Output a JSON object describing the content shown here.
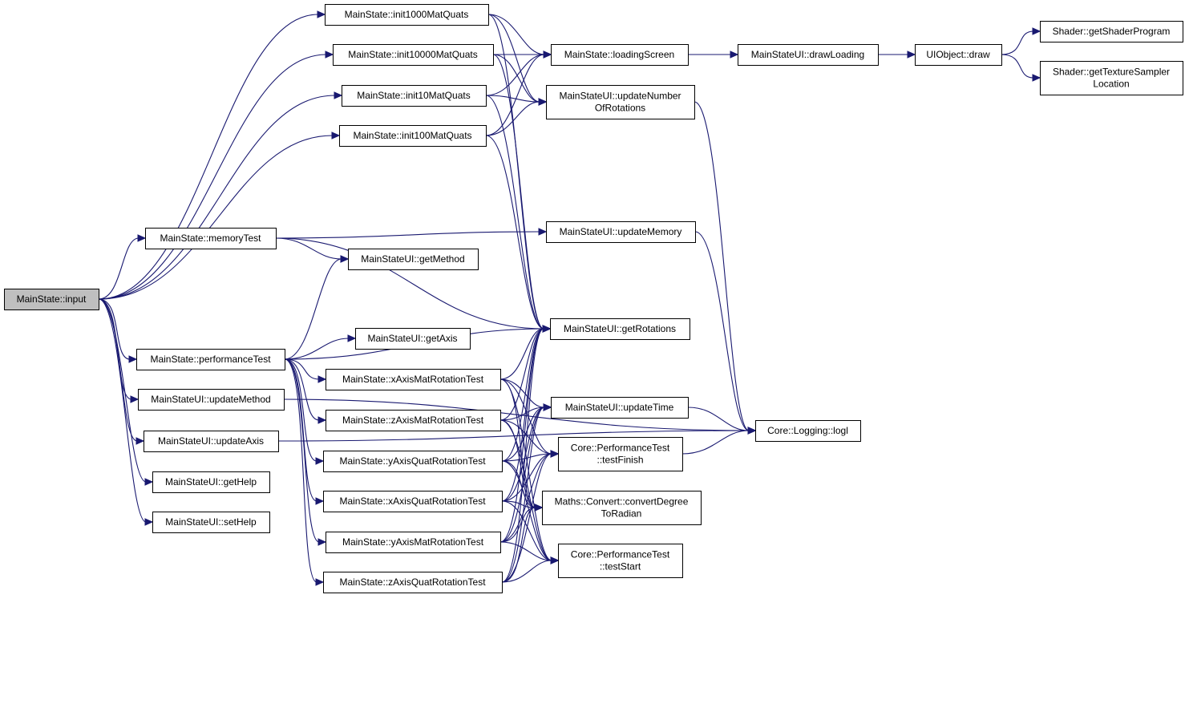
{
  "diagram": {
    "edge_color": "#191970",
    "root_fill": "#bfbfbf",
    "nodes": [
      {
        "id": "input",
        "lines": [
          "MainState::input"
        ],
        "root": true
      },
      {
        "id": "init1000",
        "lines": [
          "MainState::init1000MatQuats"
        ]
      },
      {
        "id": "init10000",
        "lines": [
          "MainState::init10000MatQuats"
        ]
      },
      {
        "id": "init10",
        "lines": [
          "MainState::init10MatQuats"
        ]
      },
      {
        "id": "init100",
        "lines": [
          "MainState::init100MatQuats"
        ]
      },
      {
        "id": "memoryTest",
        "lines": [
          "MainState::memoryTest"
        ]
      },
      {
        "id": "perfTest",
        "lines": [
          "MainState::performanceTest"
        ]
      },
      {
        "id": "updateMethod",
        "lines": [
          "MainStateUI::updateMethod"
        ]
      },
      {
        "id": "updateAxis",
        "lines": [
          "MainStateUI::updateAxis"
        ]
      },
      {
        "id": "getHelp",
        "lines": [
          "MainStateUI::getHelp"
        ]
      },
      {
        "id": "setHelp",
        "lines": [
          "MainStateUI::setHelp"
        ]
      },
      {
        "id": "getMethod",
        "lines": [
          "MainStateUI::getMethod"
        ]
      },
      {
        "id": "getAxis",
        "lines": [
          "MainStateUI::getAxis"
        ]
      },
      {
        "id": "xMat",
        "lines": [
          "MainState::xAxisMatRotationTest"
        ]
      },
      {
        "id": "zMat",
        "lines": [
          "MainState::zAxisMatRotationTest"
        ]
      },
      {
        "id": "yQuat",
        "lines": [
          "MainState::yAxisQuatRotationTest"
        ]
      },
      {
        "id": "xQuat",
        "lines": [
          "MainState::xAxisQuatRotationTest"
        ]
      },
      {
        "id": "yMat",
        "lines": [
          "MainState::yAxisMatRotationTest"
        ]
      },
      {
        "id": "zQuat",
        "lines": [
          "MainState::zAxisQuatRotationTest"
        ]
      },
      {
        "id": "loadingScreen",
        "lines": [
          "MainState::loadingScreen"
        ]
      },
      {
        "id": "updateNumRot",
        "lines": [
          "MainStateUI::updateNumber",
          "OfRotations"
        ]
      },
      {
        "id": "updateMemory",
        "lines": [
          "MainStateUI::updateMemory"
        ]
      },
      {
        "id": "getRotations",
        "lines": [
          "MainStateUI::getRotations"
        ]
      },
      {
        "id": "updateTime",
        "lines": [
          "MainStateUI::updateTime"
        ]
      },
      {
        "id": "testFinish",
        "lines": [
          "Core::PerformanceTest",
          "::testFinish"
        ]
      },
      {
        "id": "degToRad",
        "lines": [
          "Maths::Convert::convertDegree",
          "ToRadian"
        ]
      },
      {
        "id": "testStart",
        "lines": [
          "Core::PerformanceTest",
          "::testStart"
        ]
      },
      {
        "id": "drawLoading",
        "lines": [
          "MainStateUI::drawLoading"
        ]
      },
      {
        "id": "uiDraw",
        "lines": [
          "UIObject::draw"
        ]
      },
      {
        "id": "getShaderProgram",
        "lines": [
          "Shader::getShaderProgram"
        ]
      },
      {
        "id": "getTexSampler",
        "lines": [
          "Shader::getTextureSampler",
          "Location"
        ]
      },
      {
        "id": "logl",
        "lines": [
          "Core::Logging::logl"
        ]
      }
    ],
    "edges": [
      [
        "input",
        "init1000"
      ],
      [
        "input",
        "init10000"
      ],
      [
        "input",
        "init10"
      ],
      [
        "input",
        "init100"
      ],
      [
        "input",
        "memoryTest"
      ],
      [
        "input",
        "perfTest"
      ],
      [
        "input",
        "updateMethod"
      ],
      [
        "input",
        "updateAxis"
      ],
      [
        "input",
        "getHelp"
      ],
      [
        "input",
        "setHelp"
      ],
      [
        "init1000",
        "loadingScreen"
      ],
      [
        "init1000",
        "updateNumRot"
      ],
      [
        "init1000",
        "getRotations"
      ],
      [
        "init10000",
        "loadingScreen"
      ],
      [
        "init10000",
        "updateNumRot"
      ],
      [
        "init10000",
        "getRotations"
      ],
      [
        "init10",
        "loadingScreen"
      ],
      [
        "init10",
        "updateNumRot"
      ],
      [
        "init10",
        "getRotations"
      ],
      [
        "init100",
        "loadingScreen"
      ],
      [
        "init100",
        "updateNumRot"
      ],
      [
        "init100",
        "getRotations"
      ],
      [
        "memoryTest",
        "updateMemory"
      ],
      [
        "memoryTest",
        "getMethod"
      ],
      [
        "memoryTest",
        "getRotations"
      ],
      [
        "perfTest",
        "getMethod"
      ],
      [
        "perfTest",
        "getRotations"
      ],
      [
        "perfTest",
        "getAxis"
      ],
      [
        "perfTest",
        "xMat"
      ],
      [
        "perfTest",
        "zMat"
      ],
      [
        "perfTest",
        "yQuat"
      ],
      [
        "perfTest",
        "xQuat"
      ],
      [
        "perfTest",
        "yMat"
      ],
      [
        "perfTest",
        "zQuat"
      ],
      [
        "updateMethod",
        "logl"
      ],
      [
        "updateAxis",
        "logl"
      ],
      [
        "xMat",
        "getRotations"
      ],
      [
        "xMat",
        "updateTime"
      ],
      [
        "xMat",
        "testFinish"
      ],
      [
        "xMat",
        "degToRad"
      ],
      [
        "xMat",
        "testStart"
      ],
      [
        "zMat",
        "getRotations"
      ],
      [
        "zMat",
        "updateTime"
      ],
      [
        "zMat",
        "testFinish"
      ],
      [
        "zMat",
        "degToRad"
      ],
      [
        "zMat",
        "testStart"
      ],
      [
        "yQuat",
        "getRotations"
      ],
      [
        "yQuat",
        "updateTime"
      ],
      [
        "yQuat",
        "testFinish"
      ],
      [
        "yQuat",
        "degToRad"
      ],
      [
        "yQuat",
        "testStart"
      ],
      [
        "xQuat",
        "getRotations"
      ],
      [
        "xQuat",
        "updateTime"
      ],
      [
        "xQuat",
        "testFinish"
      ],
      [
        "xQuat",
        "degToRad"
      ],
      [
        "xQuat",
        "testStart"
      ],
      [
        "yMat",
        "getRotations"
      ],
      [
        "yMat",
        "updateTime"
      ],
      [
        "yMat",
        "testFinish"
      ],
      [
        "yMat",
        "degToRad"
      ],
      [
        "yMat",
        "testStart"
      ],
      [
        "zQuat",
        "getRotations"
      ],
      [
        "zQuat",
        "updateTime"
      ],
      [
        "zQuat",
        "testFinish"
      ],
      [
        "zQuat",
        "degToRad"
      ],
      [
        "zQuat",
        "testStart"
      ],
      [
        "loadingScreen",
        "drawLoading"
      ],
      [
        "drawLoading",
        "uiDraw"
      ],
      [
        "uiDraw",
        "getShaderProgram"
      ],
      [
        "uiDraw",
        "getTexSampler"
      ],
      [
        "updateNumRot",
        "logl"
      ],
      [
        "updateMemory",
        "logl"
      ],
      [
        "updateTime",
        "logl"
      ],
      [
        "testFinish",
        "logl"
      ]
    ]
  }
}
